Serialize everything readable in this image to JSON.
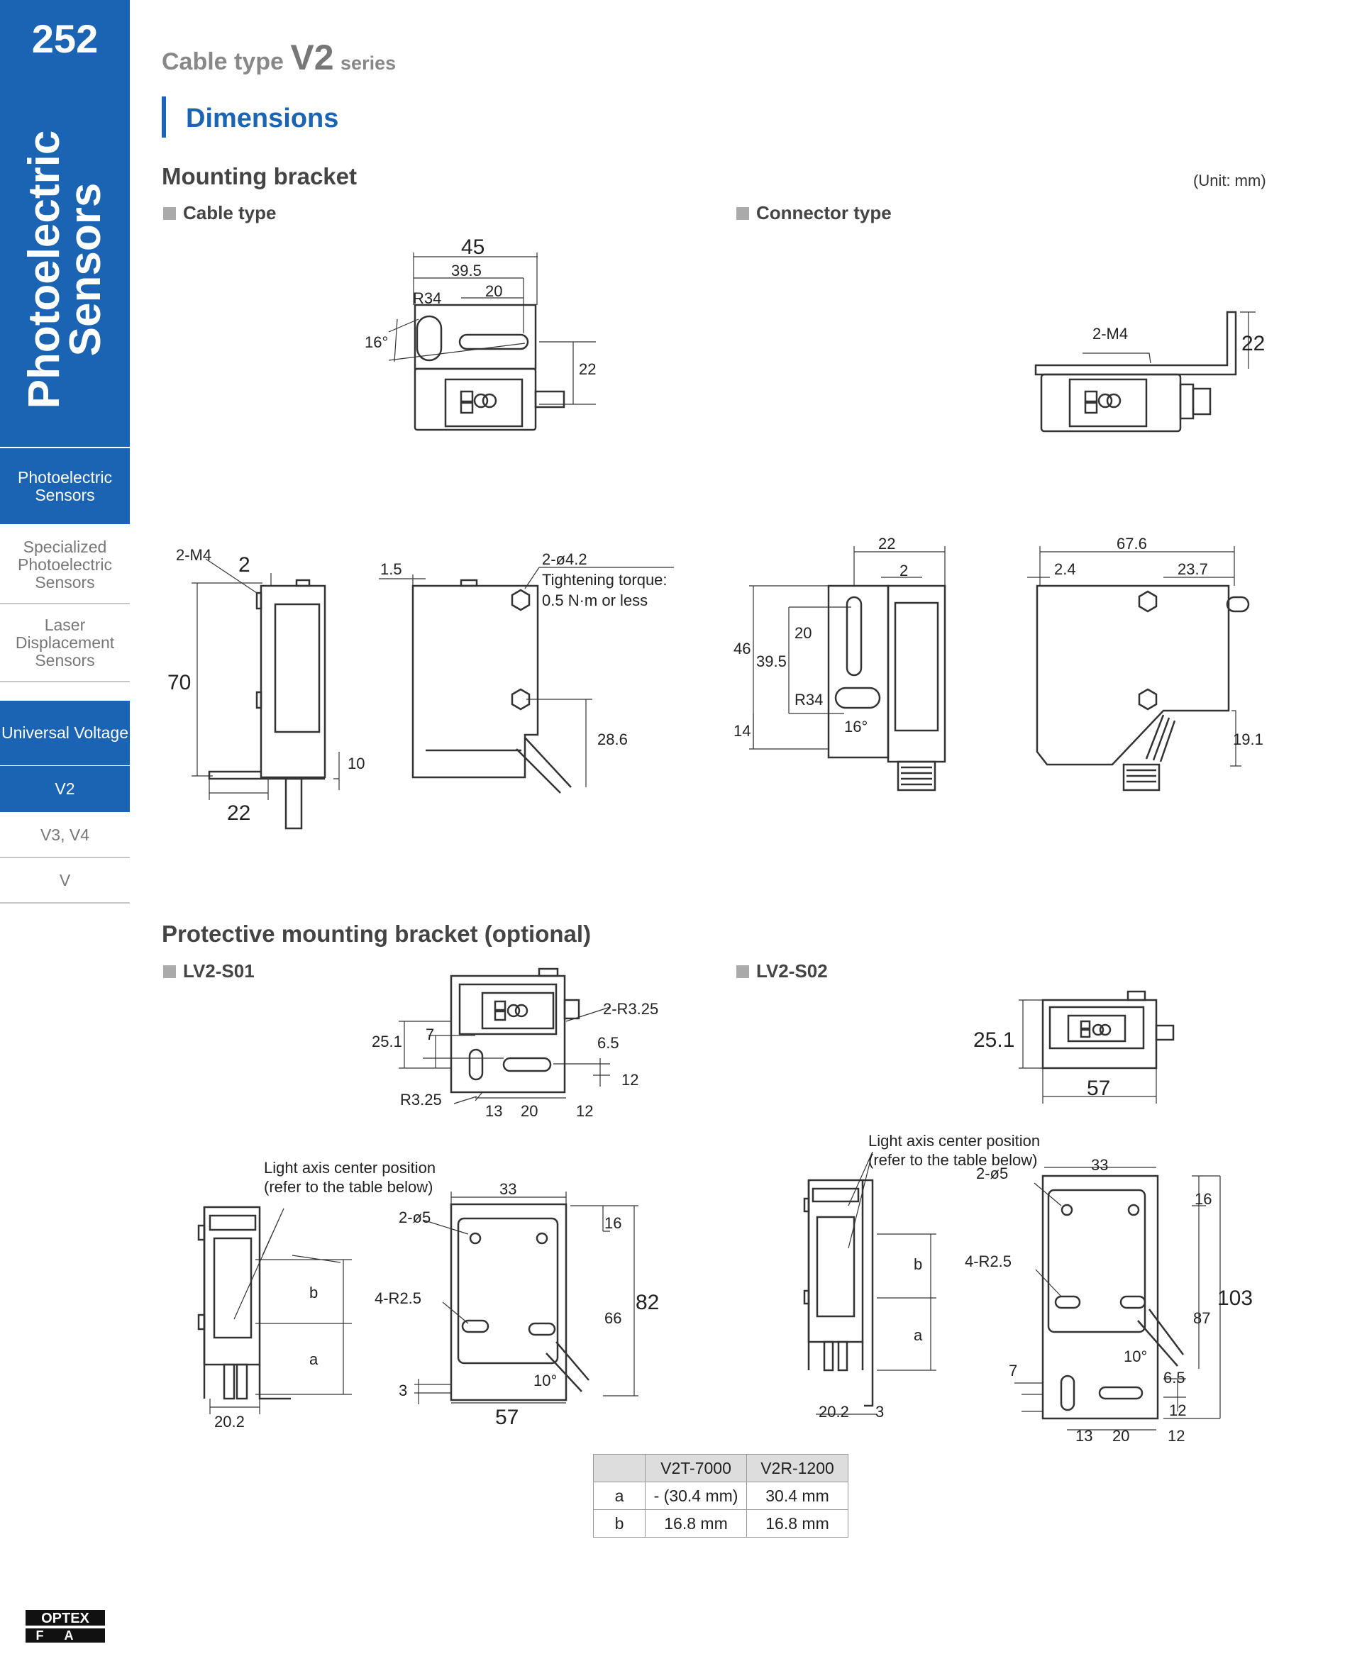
{
  "sidebar": {
    "page_number": "252",
    "vertical_title": "Photoelectric Sensors",
    "vertical_title_lines": [
      "Photoelectric",
      "Sensors"
    ],
    "nav": [
      {
        "label": "Photoelectric Sensors",
        "active": true
      },
      {
        "label": "Specialized Photoelectric Sensors",
        "active": false
      },
      {
        "label": "Laser Displacement Sensors",
        "active": false
      },
      {
        "label": "Universal Voltage",
        "active": true
      },
      {
        "label": "V2",
        "active": true
      },
      {
        "label": "V3, V4",
        "active": false
      },
      {
        "label": "V",
        "active": false
      }
    ]
  },
  "header": {
    "prefix": "Cable type",
    "model": "V2",
    "suffix": "series"
  },
  "section_title": "Dimensions",
  "mounting_bracket": {
    "title": "Mounting bracket",
    "unit": "(Unit: mm)",
    "cable_type_label": "Cable type",
    "connector_type_label": "Connector type",
    "cable_top": [
      "45",
      "39.5",
      "20",
      "R34",
      "16°",
      "22"
    ],
    "cable_side": [
      "2-M4",
      "2",
      "70",
      "10",
      "22"
    ],
    "cable_front": [
      "1.5",
      "2-ø4.2",
      "Tightening torque:",
      "0.5 N·m or less",
      "28.6"
    ],
    "connector_top": [
      "2-M4",
      "22"
    ],
    "connector_side": [
      "22",
      "2",
      "46",
      "20",
      "39.5",
      "R34",
      "16°",
      "14"
    ],
    "connector_front": [
      "67.6",
      "2.4",
      "23.7",
      "19.1"
    ]
  },
  "protective_bracket": {
    "title": "Protective mounting bracket (optional)",
    "s01_label": "LV2-S01",
    "s02_label": "LV2-S02",
    "s01_top": [
      "2-R3.25",
      "25.1",
      "7",
      "6.5",
      "12",
      "R3.25",
      "13",
      "20",
      "12"
    ],
    "s01_side": [
      "Light axis center position",
      "(refer to the table below)",
      "b",
      "a",
      "20.2"
    ],
    "s01_front": [
      "33",
      "2-ø5",
      "16",
      "82",
      "4-R2.5",
      "66",
      "10°",
      "3",
      "57"
    ],
    "s02_top": [
      "25.1",
      "57"
    ],
    "s02_side": [
      "Light axis center position",
      "(refer to the table below)",
      "b",
      "a",
      "20.2",
      "3"
    ],
    "s02_front": [
      "33",
      "2-ø5",
      "16",
      "4-R2.5",
      "103",
      "87",
      "10°",
      "7",
      "6.5",
      "12",
      "13",
      "20",
      "12"
    ]
  },
  "axis_table": {
    "headers": [
      "",
      "V2T-7000",
      "V2R-1200"
    ],
    "rows": [
      [
        "a",
        "- (30.4 mm)",
        "30.4 mm"
      ],
      [
        "b",
        "16.8 mm",
        "16.8 mm"
      ]
    ]
  },
  "logo": {
    "line1": "OPTEX",
    "line2": "FA"
  }
}
